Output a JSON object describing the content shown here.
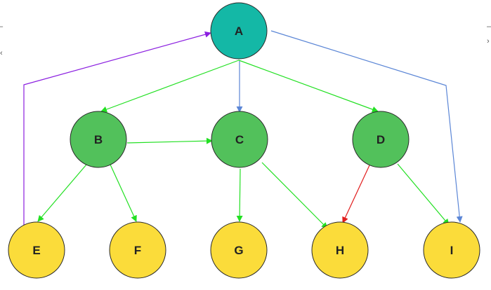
{
  "diagram": {
    "nodes": [
      {
        "id": "A",
        "label": "A",
        "color": "#14b8a6",
        "role": "root"
      },
      {
        "id": "B",
        "label": "B",
        "color": "#52c15b",
        "role": "middle"
      },
      {
        "id": "C",
        "label": "C",
        "color": "#52c15b",
        "role": "middle"
      },
      {
        "id": "D",
        "label": "D",
        "color": "#52c15b",
        "role": "middle"
      },
      {
        "id": "E",
        "label": "E",
        "color": "#fbdc3a",
        "role": "leaf"
      },
      {
        "id": "F",
        "label": "F",
        "color": "#fbdc3a",
        "role": "leaf"
      },
      {
        "id": "G",
        "label": "G",
        "color": "#fbdc3a",
        "role": "leaf"
      },
      {
        "id": "H",
        "label": "H",
        "color": "#fbdc3a",
        "role": "leaf"
      },
      {
        "id": "I",
        "label": "I",
        "color": "#fbdc3a",
        "role": "leaf"
      }
    ],
    "edges": [
      {
        "from": "A",
        "to": "B",
        "color": "#22e022"
      },
      {
        "from": "A",
        "to": "C",
        "color": "#5b86d6"
      },
      {
        "from": "A",
        "to": "D",
        "color": "#22e022"
      },
      {
        "from": "A",
        "to": "I",
        "color": "#5b86d6"
      },
      {
        "from": "B",
        "to": "C",
        "color": "#22e022"
      },
      {
        "from": "B",
        "to": "E",
        "color": "#22e022"
      },
      {
        "from": "B",
        "to": "F",
        "color": "#22e022"
      },
      {
        "from": "C",
        "to": "G",
        "color": "#22e022"
      },
      {
        "from": "C",
        "to": "H",
        "color": "#22e022"
      },
      {
        "from": "D",
        "to": "H",
        "color": "#e11d1d"
      },
      {
        "from": "D",
        "to": "I",
        "color": "#22e022"
      },
      {
        "from": "E",
        "to": "A",
        "color": "#8b1fe0"
      }
    ]
  }
}
